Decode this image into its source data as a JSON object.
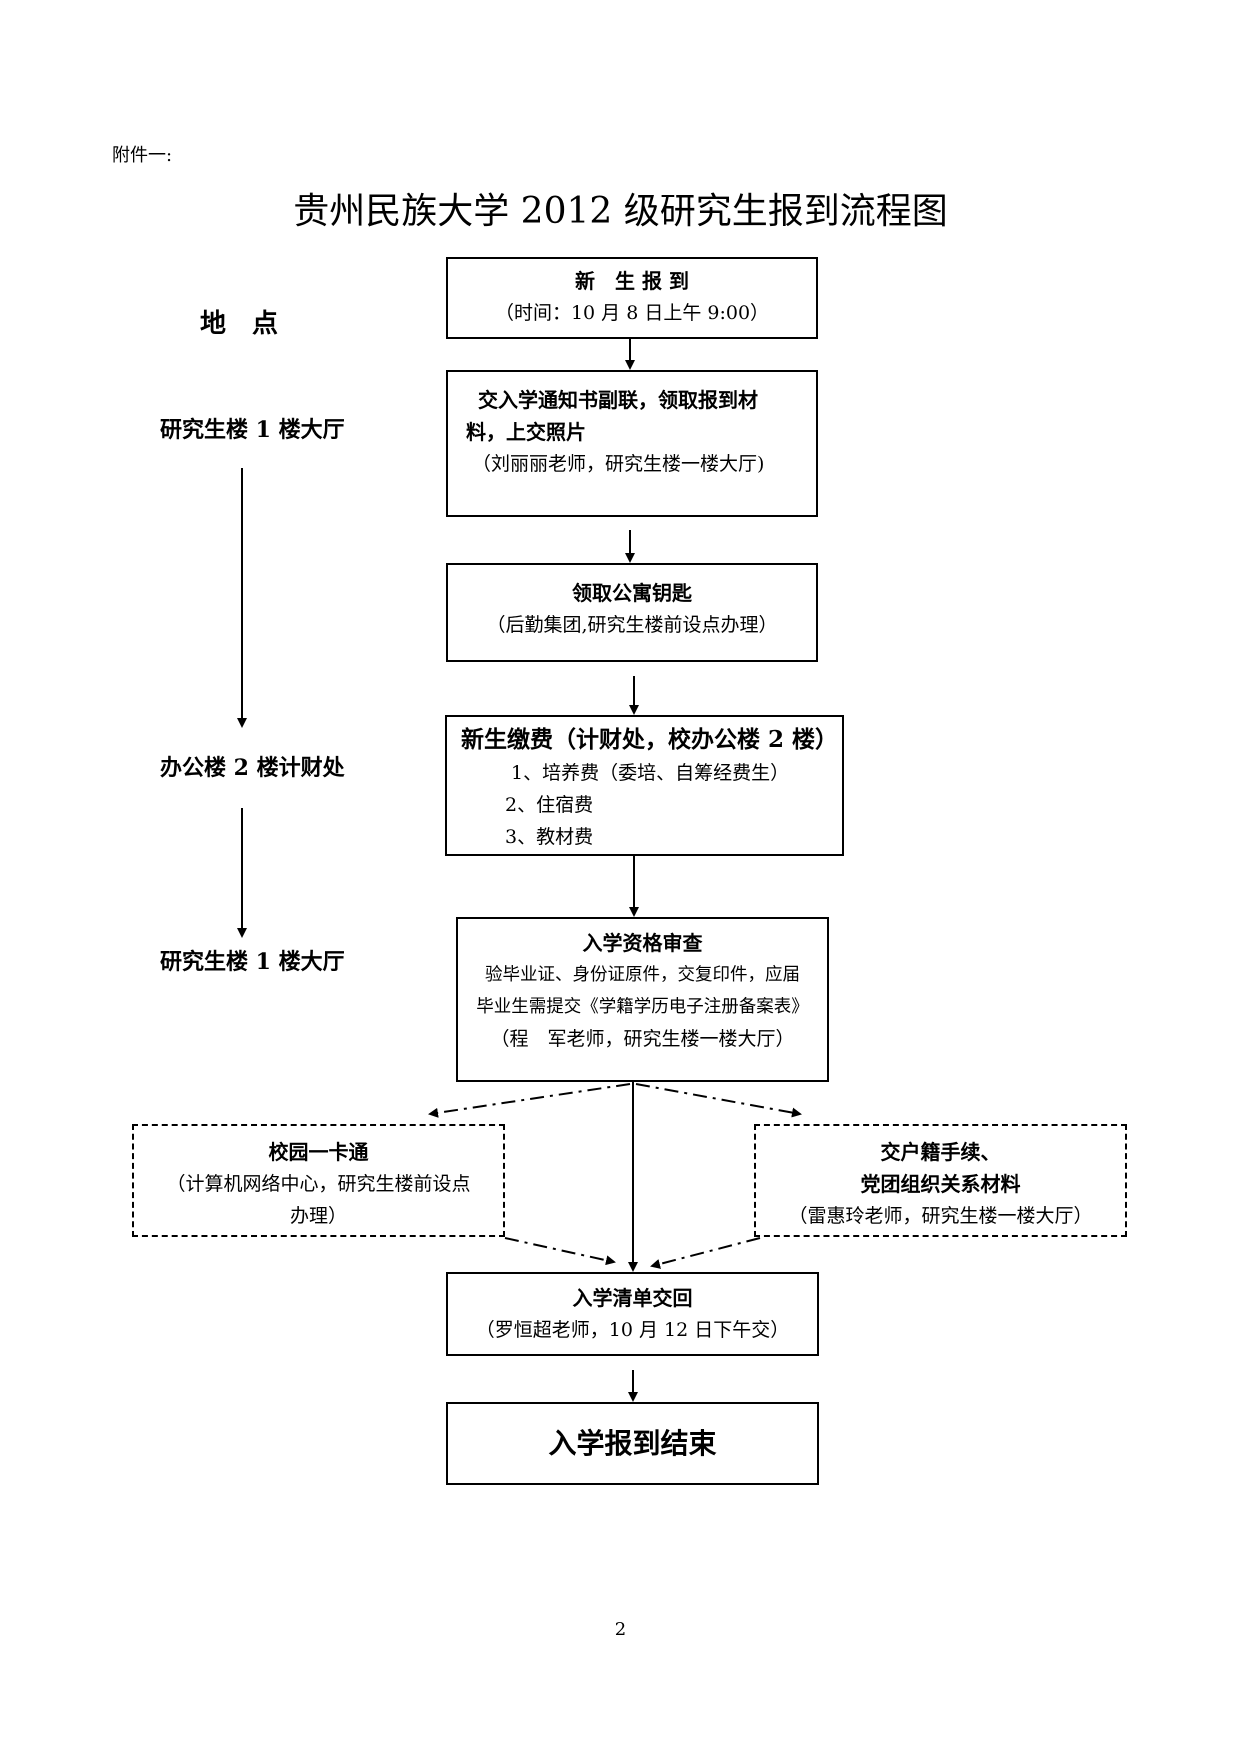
{
  "attachment_label": "附件一:",
  "title": "贵州民族大学 2012 级研究生报到流程图",
  "location": {
    "header": "地　点",
    "loc1": "研究生楼 1 楼大厅",
    "loc2": "办公楼 2 楼计财处",
    "loc3": "研究生楼 1 楼大厅"
  },
  "steps": {
    "s1": {
      "title": "新　生 报 到",
      "sub": "（时间：10 月 8 日上午 9:00）"
    },
    "s2": {
      "line1": "　交入学通知书副联，领取报到材",
      "line2": "料，上交照片",
      "sub": "（刘丽丽老师，研究生楼一楼大厅)"
    },
    "s3": {
      "title": "领取公寓钥匙",
      "sub": "（后勤集团,研究生楼前设点办理）"
    },
    "s4": {
      "title": "新生缴费（计财处，校办公楼 2 楼）",
      "item1": "1、培养费（委培、自筹经费生）",
      "item2": "2、住宿费",
      "item3": "3、教材费"
    },
    "s5": {
      "title": "入学资格审查",
      "line1": "验毕业证、身份证原件，交复印件，应届",
      "line2": "毕业生需提交《学籍学历电子注册备案表》",
      "line3": "（程　军老师，研究生楼一楼大厅）"
    },
    "s6": {
      "title": "校园一卡通",
      "line1": "（计算机网络中心，研究生楼前设点",
      "line2": "办理）"
    },
    "s7": {
      "title": "交户籍手续、",
      "title2": "党团组织关系材料",
      "sub": "（雷惠玲老师，研究生楼一楼大厅）"
    },
    "s8": {
      "title": "入学清单交回",
      "sub": "（罗恒超老师，10 月 12 日下午交）"
    },
    "s9": {
      "title": "入学报到结束"
    }
  },
  "page_number": "2"
}
